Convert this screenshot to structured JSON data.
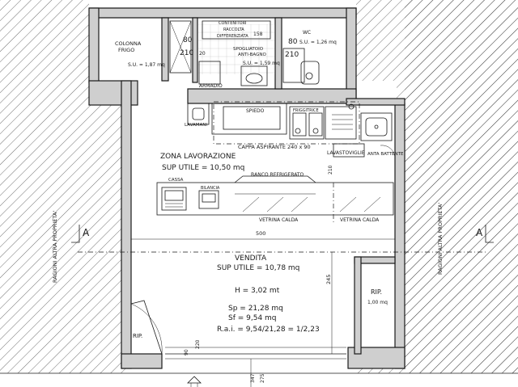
{
  "side_labels": {
    "left": "RAGIONI ALTRA PROPRIETA'",
    "right": "RAGIONI ALTRA PROPRIETA'"
  },
  "section_marks": {
    "left": "A",
    "right": "A"
  },
  "rooms": {
    "colonna_frigo": {
      "line1": "COLONNA",
      "line2": "FRIGO",
      "area": "S.U. = 1,87 mq"
    },
    "contenitori": {
      "line1": "CONTENITORI",
      "line2": "RACCOLTA",
      "line3": "DIFFERENZIATA"
    },
    "spogliatoio": {
      "line1": "SPOGLIATOIO",
      "line2": "ANTI-BAGNO",
      "area": "S.U. = 1,59 mq"
    },
    "armadio": "ARMADIO",
    "wc": {
      "label": "WC",
      "area": "S.U. = 1,26 mq"
    },
    "zona_lavorazione": {
      "title": "ZONA LAVORAZIONE",
      "area": "SUP UTILE = 10,50 mq"
    },
    "vendita": {
      "title": "VENDITA",
      "area": "SUP UTILE = 10,78 mq"
    },
    "rip_right": {
      "label": "RIP.",
      "area": "1,00 mq"
    },
    "rip_left": "RIP."
  },
  "equipment": {
    "lavamani": "LAVAMANI",
    "spiedo": "SPIEDO",
    "friggitrici": "FRIGGITRICE",
    "cappa": "CAPPA ASPIRANTE 240 x 90",
    "lavastoviglie": "LAVASTOVIGLIE",
    "anta_battente": "ANTA BATTENTE",
    "cassa": "CASSA",
    "bilancia": "BILANCIA",
    "banco_refrigerato": "BANCO REFRIGERATO",
    "vetrina_calda_1": "VETRINA CALDA",
    "vetrina_calda_2": "VETRINA CALDA"
  },
  "stats": {
    "h": "H = 3,02 mt",
    "sp": "Sp = 21,28 mq",
    "sf": "Sf = 9,54 mq",
    "rai": "R.a.i. = 9,54/21,28 = 1/2,23"
  },
  "dimensions": {
    "d80a": "80",
    "d210a": "210",
    "d20": "20",
    "d158": "158",
    "d80b": "80",
    "d210b": "210",
    "d210c": "210",
    "d500": "500",
    "d245": "245",
    "d90": "90",
    "d220": "220",
    "d347": "347",
    "d275": "275"
  }
}
